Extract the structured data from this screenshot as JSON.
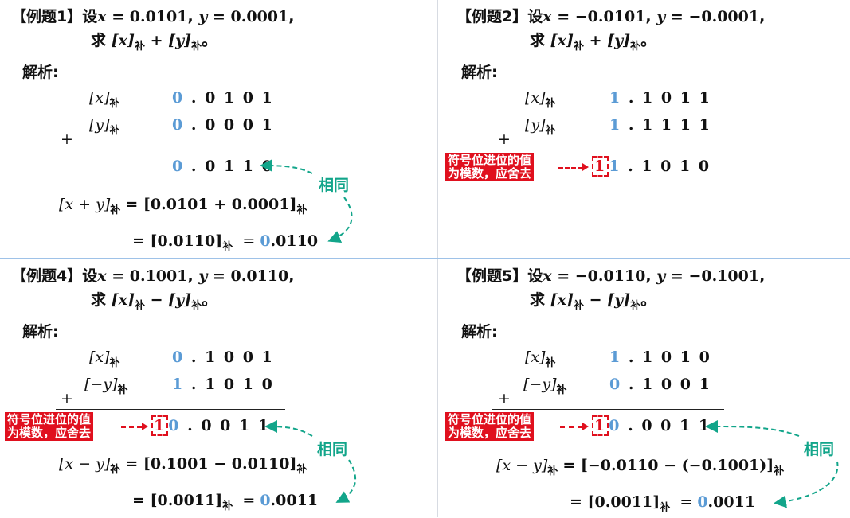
{
  "q1": {
    "title_tag": "【例题1】",
    "set_word": "设",
    "x_val": "0.0101",
    "y_val": "0.0001",
    "ask_word": "求",
    "bu": "补",
    "op": "+",
    "analysis": "解析:",
    "row1_label": "[x]",
    "row1_sign": "0",
    "row1_rest": ". 0 1 0 1",
    "row2_label": "[y]",
    "row2_sign": "0",
    "row2_rest": ". 0 0 0 1",
    "sum_sign": "0",
    "sum_rest": ". 0 1 1 0",
    "same": "相同",
    "eq1_lhs": "[x + y]",
    "eq1_rhs": "= [0.0101 + 0.0001]",
    "eq2_a": "= [0.0110]",
    "eq2_b": "=",
    "eq2_sign": "0",
    "eq2_rest": ".0110"
  },
  "q2": {
    "title_tag": "【例题2】",
    "set_word": "设",
    "x_val": "−0.0101",
    "y_val": "−0.0001",
    "ask_word": "求",
    "bu": "补",
    "op": "+",
    "analysis": "解析:",
    "row1_label": "[x]",
    "row1_sign": "1",
    "row1_rest": ". 1 0 1 1",
    "row2_label": "[y]",
    "row2_sign": "1",
    "row2_rest": ". 1 1 1 1",
    "carry": "1",
    "sum_sign": "1",
    "sum_rest": ". 1 0 1 0",
    "note_line1": "符号位进位的值",
    "note_line2": "为模数，应舍去"
  },
  "q3": {
    "title_tag": "【例题4】",
    "set_word": "设",
    "x_val": "0.1001",
    "y_val": "0.0110",
    "ask_word": "求",
    "bu": "补",
    "op": "−",
    "analysis": "解析:",
    "row1_label": "[x]",
    "row1_sign": "0",
    "row1_rest": ". 1 0 0 1",
    "row2_label": "[−y]",
    "row2_sign": "1",
    "row2_rest": ". 1 0 1 0",
    "carry": "1",
    "sum_sign": "0",
    "sum_rest": ". 0 0 1 1",
    "note_line1": "符号位进位的值",
    "note_line2": "为模数，应舍去",
    "same": "相同",
    "eq1_lhs": "[x − y]",
    "eq1_rhs": "= [0.1001 − 0.0110]",
    "eq2_a": "= [0.0011]",
    "eq2_b": "=",
    "eq2_sign": "0",
    "eq2_rest": ".0011"
  },
  "q4": {
    "title_tag": "【例题5】",
    "set_word": "设",
    "x_val": "−0.0110",
    "y_val": "−0.1001",
    "ask_word": "求",
    "bu": "补",
    "op": "−",
    "analysis": "解析:",
    "row1_label": "[x]",
    "row1_sign": "1",
    "row1_rest": ". 1 0 1 0",
    "row2_label": "[−y]",
    "row2_sign": "0",
    "row2_rest": ". 1 0 0 1",
    "carry": "1",
    "sum_sign": "0",
    "sum_rest": ". 0 0 1 1",
    "note_line1": "符号位进位的值",
    "note_line2": "为模数，应舍去",
    "same": "相同",
    "eq1_lhs": "[x − y]",
    "eq1_rhs": "= [−0.0110 − (−0.1001)]",
    "eq2_a": "= [0.0011]",
    "eq2_b": "=",
    "eq2_sign": "0",
    "eq2_rest": ".0011"
  },
  "colors": {
    "accent_blue": "#5b9bd5",
    "same_teal": "#12a58a",
    "note_red": "#e0101e"
  }
}
